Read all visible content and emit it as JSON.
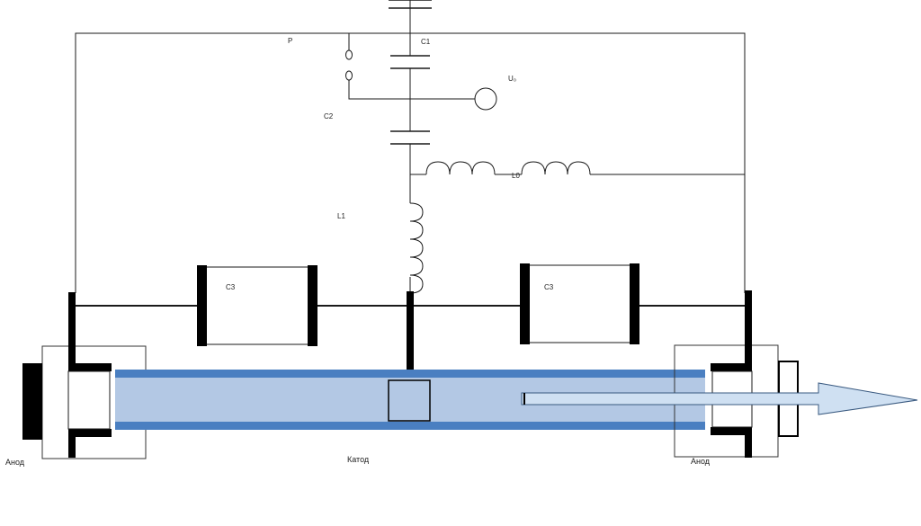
{
  "labels": {
    "p": "P",
    "c1": "C1",
    "c2": "C2",
    "u0": "U₀",
    "l0": "L0",
    "l1": "L1",
    "c3_left": "C3",
    "c3_right": "C3",
    "anode_left": "Анод",
    "cathode": "Катод",
    "anode_right": "Анод"
  },
  "colors": {
    "wire": "#1a1a1a",
    "electrode": "#000000",
    "tube_outer": "#4a7fc1",
    "tube_inner": "#b3c8e4",
    "arrow_fill": "#cfe0f2",
    "arrow_stroke": "#3a5a80"
  }
}
